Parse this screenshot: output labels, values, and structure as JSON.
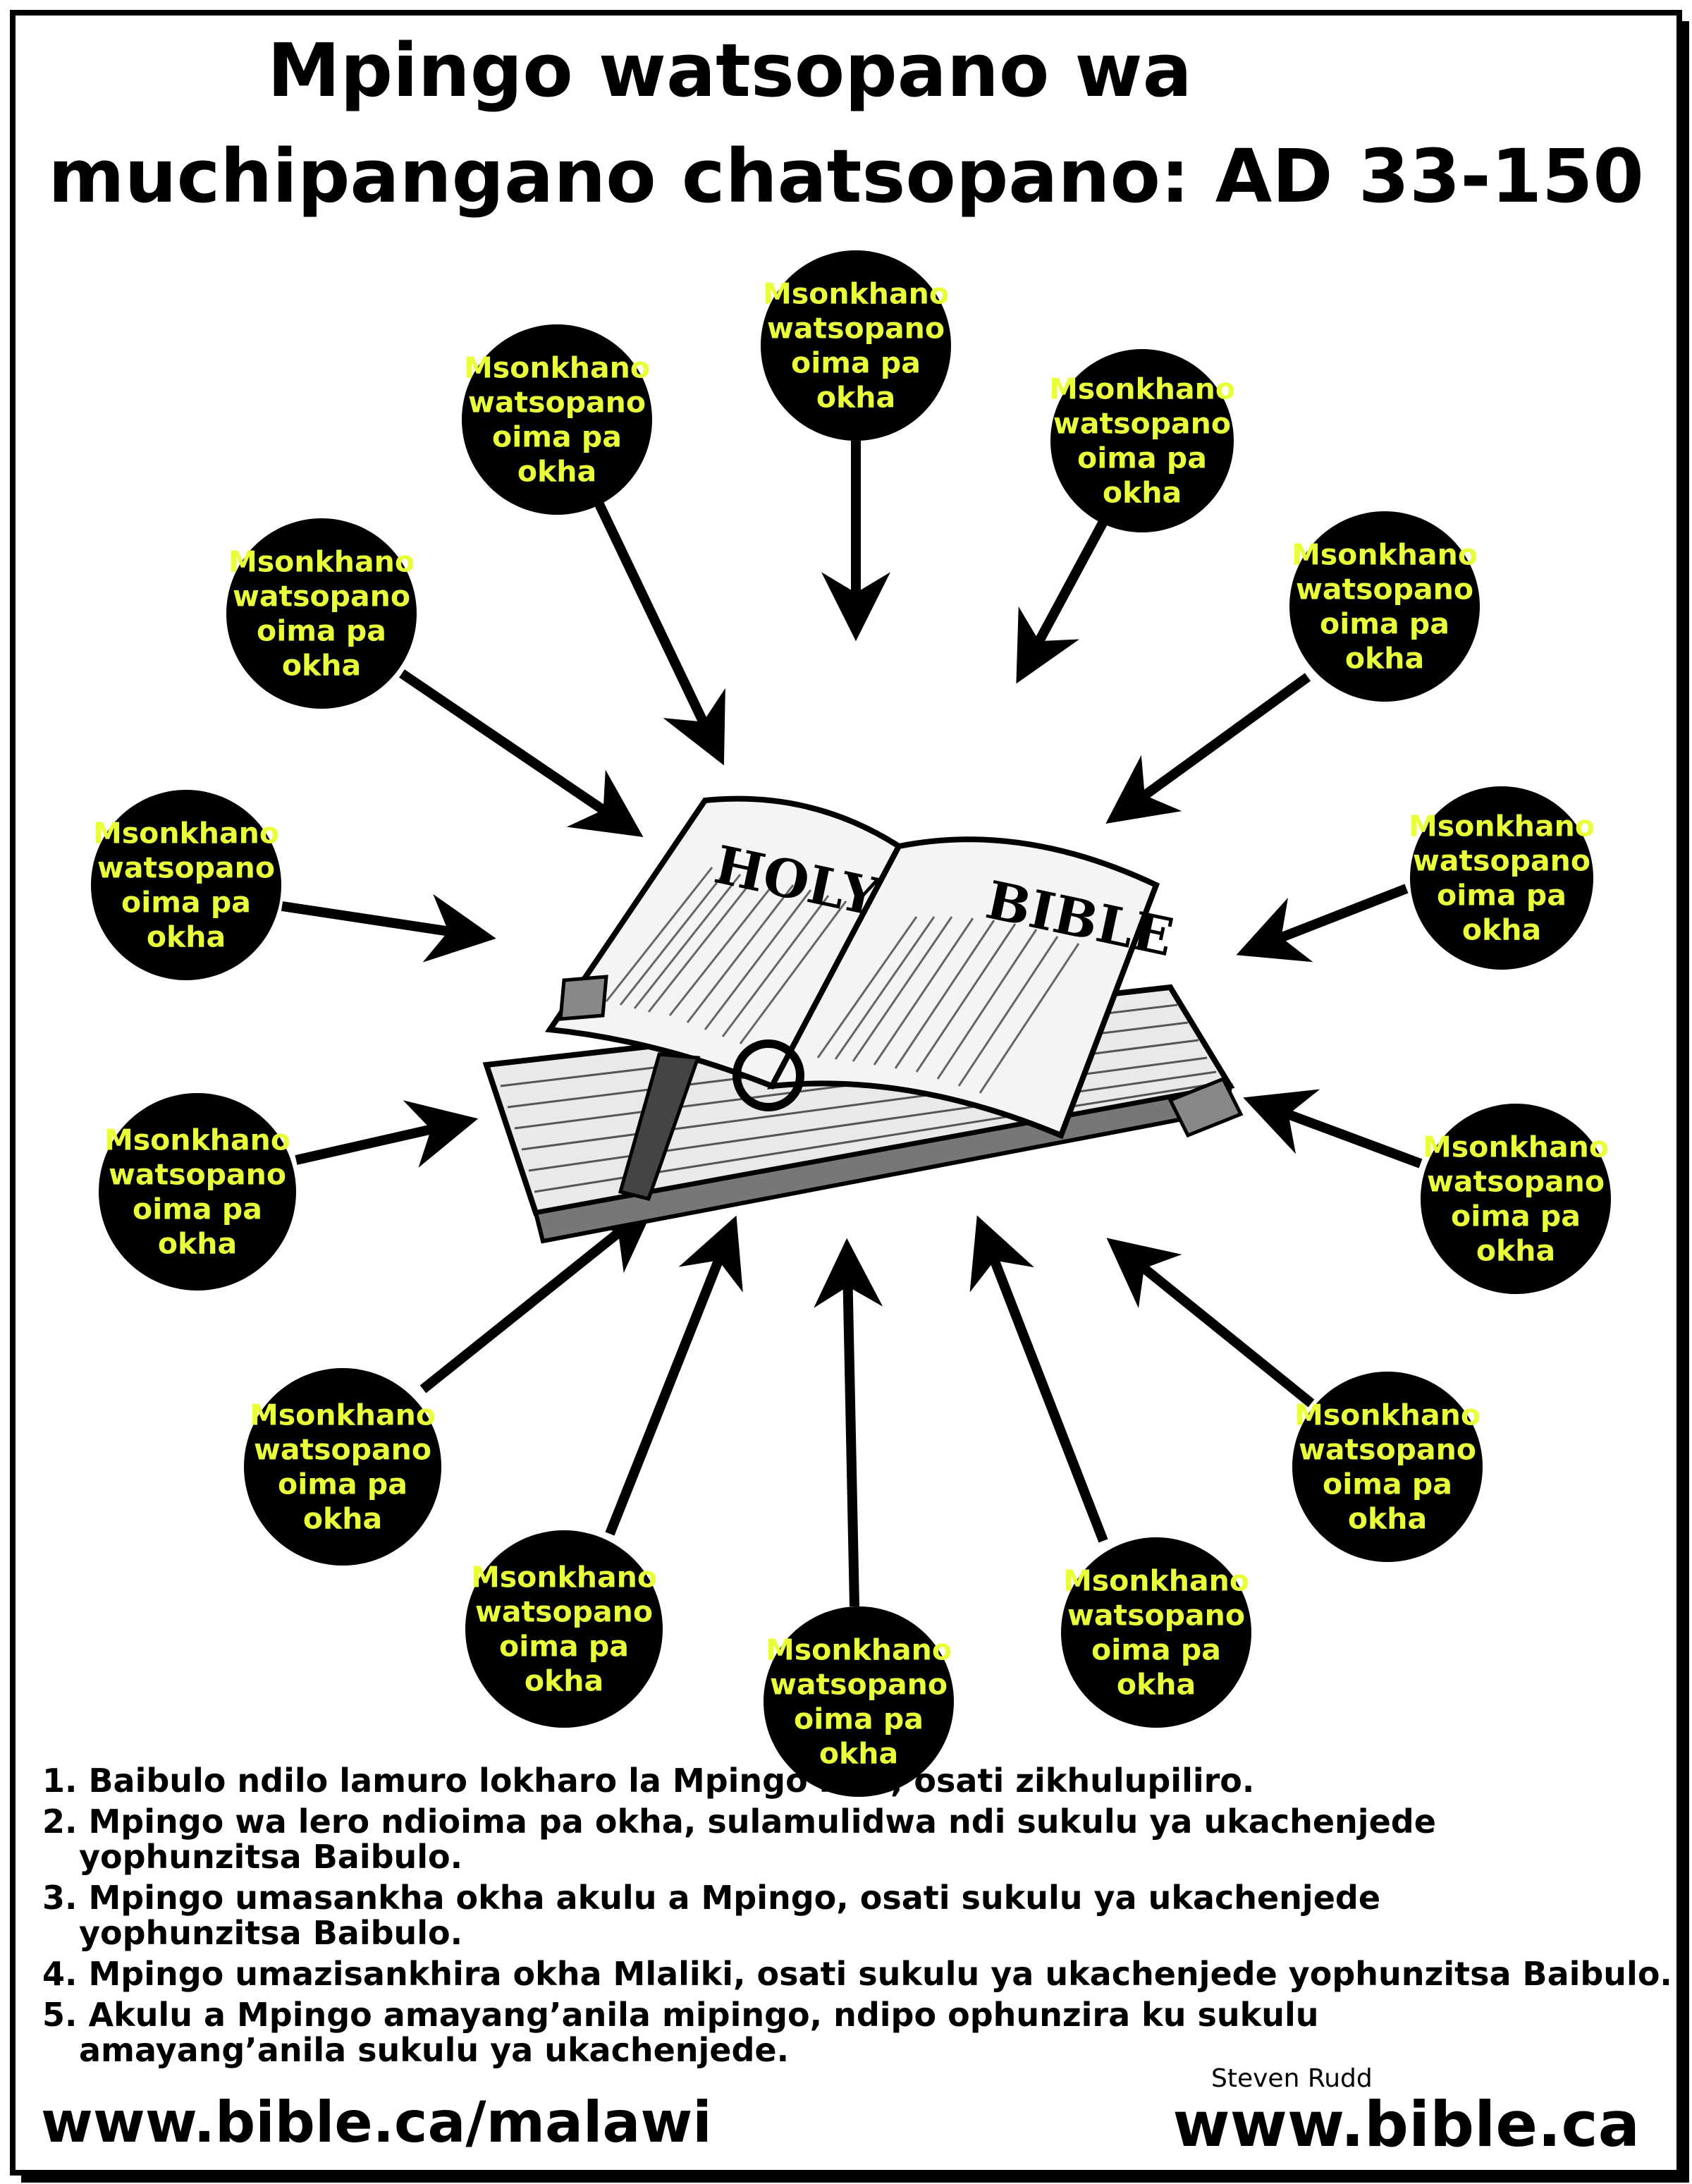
{
  "title": {
    "line1": "Mpingo watsopano wa",
    "line2": "muchipangano chatsopano: AD 33-150"
  },
  "colors": {
    "background": "#ffffff",
    "node_fill": "#000000",
    "node_text": "#e8ff3a",
    "arrow": "#000000"
  },
  "center": {
    "icon": "holy-bible-icon",
    "label_left": "HOLY",
    "label_right": "BIBLE"
  },
  "nodes": [
    {
      "lines": [
        "Msonkhano",
        "watsopano",
        "oima pa",
        "okha"
      ]
    },
    {
      "lines": [
        "Msonkhano",
        "watsopano",
        "oima pa",
        "okha"
      ]
    },
    {
      "lines": [
        "Msonkhano",
        "watsopano",
        "oima pa",
        "okha"
      ]
    },
    {
      "lines": [
        "Msonkhano",
        "watsopano",
        "oima pa",
        "okha"
      ]
    },
    {
      "lines": [
        "Msonkhano",
        "watsopano",
        "oima pa",
        "okha"
      ]
    },
    {
      "lines": [
        "Msonkhano",
        "watsopano",
        "oima pa",
        "okha"
      ]
    },
    {
      "lines": [
        "Msonkhano",
        "watsopano",
        "oima pa",
        "okha"
      ]
    },
    {
      "lines": [
        "Msonkhano",
        "watsopano",
        "oima pa",
        "okha"
      ]
    },
    {
      "lines": [
        "Msonkhano",
        "watsopano",
        "oima pa",
        "okha"
      ]
    },
    {
      "lines": [
        "Msonkhano",
        "watsopano",
        "oima pa",
        "okha"
      ]
    },
    {
      "lines": [
        "Msonkhano",
        "watsopano",
        "oima pa",
        "okha"
      ]
    },
    {
      "lines": [
        "Msonkhano",
        "watsopano",
        "oima pa",
        "okha"
      ]
    },
    {
      "lines": [
        "Msonkhano",
        "watsopano",
        "oima pa",
        "okha"
      ]
    },
    {
      "lines": [
        "Msonkhano",
        "watsopano",
        "oima pa",
        "okha"
      ]
    }
  ],
  "notes": [
    {
      "line1": "1. Baibulo ndilo lamuro lokharo la Mpingo lero, osati zikhulupiliro.",
      "line2": ""
    },
    {
      "line1": "2. Mpingo wa lero ndioima  pa okha, sulamulidwa ndi sukulu ya ukachenjede",
      "line2": "yophunzitsa Baibulo."
    },
    {
      "line1": "3. Mpingo umasankha okha akulu a Mpingo, osati sukulu ya ukachenjede",
      "line2": "yophunzitsa Baibulo."
    },
    {
      "line1": "4. Mpingo umazisankhira okha Mlaliki,  osati sukulu ya ukachenjede yophunzitsa Baibulo.",
      "line2": ""
    },
    {
      "line1": "5. Akulu a Mpingo amayang’anila mipingo, ndipo ophunzira ku sukulu",
      "line2": "amayang’anila sukulu ya ukachenjede."
    }
  ],
  "footer": {
    "left_url": "www.bible.ca/malawi",
    "right_url": "www.bible.ca",
    "credit": "Steven Rudd"
  }
}
